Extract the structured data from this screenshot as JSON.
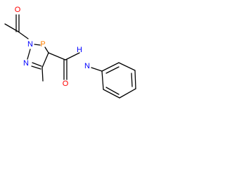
{
  "molecule": {
    "atoms": {
      "carbonyl_oxygen": "O",
      "ring_nitrogen_1": "N",
      "ring_phosphorus": "P",
      "ring_nitrogen_2": "N",
      "amide_oxygen": "O",
      "amide_nitrogen": "N",
      "amide_hydrogen": "H"
    },
    "colors": {
      "bond": "#000000",
      "nitrogen": "#0000ff",
      "oxygen": "#ff0000",
      "phosphorus": "#ff8000"
    }
  }
}
